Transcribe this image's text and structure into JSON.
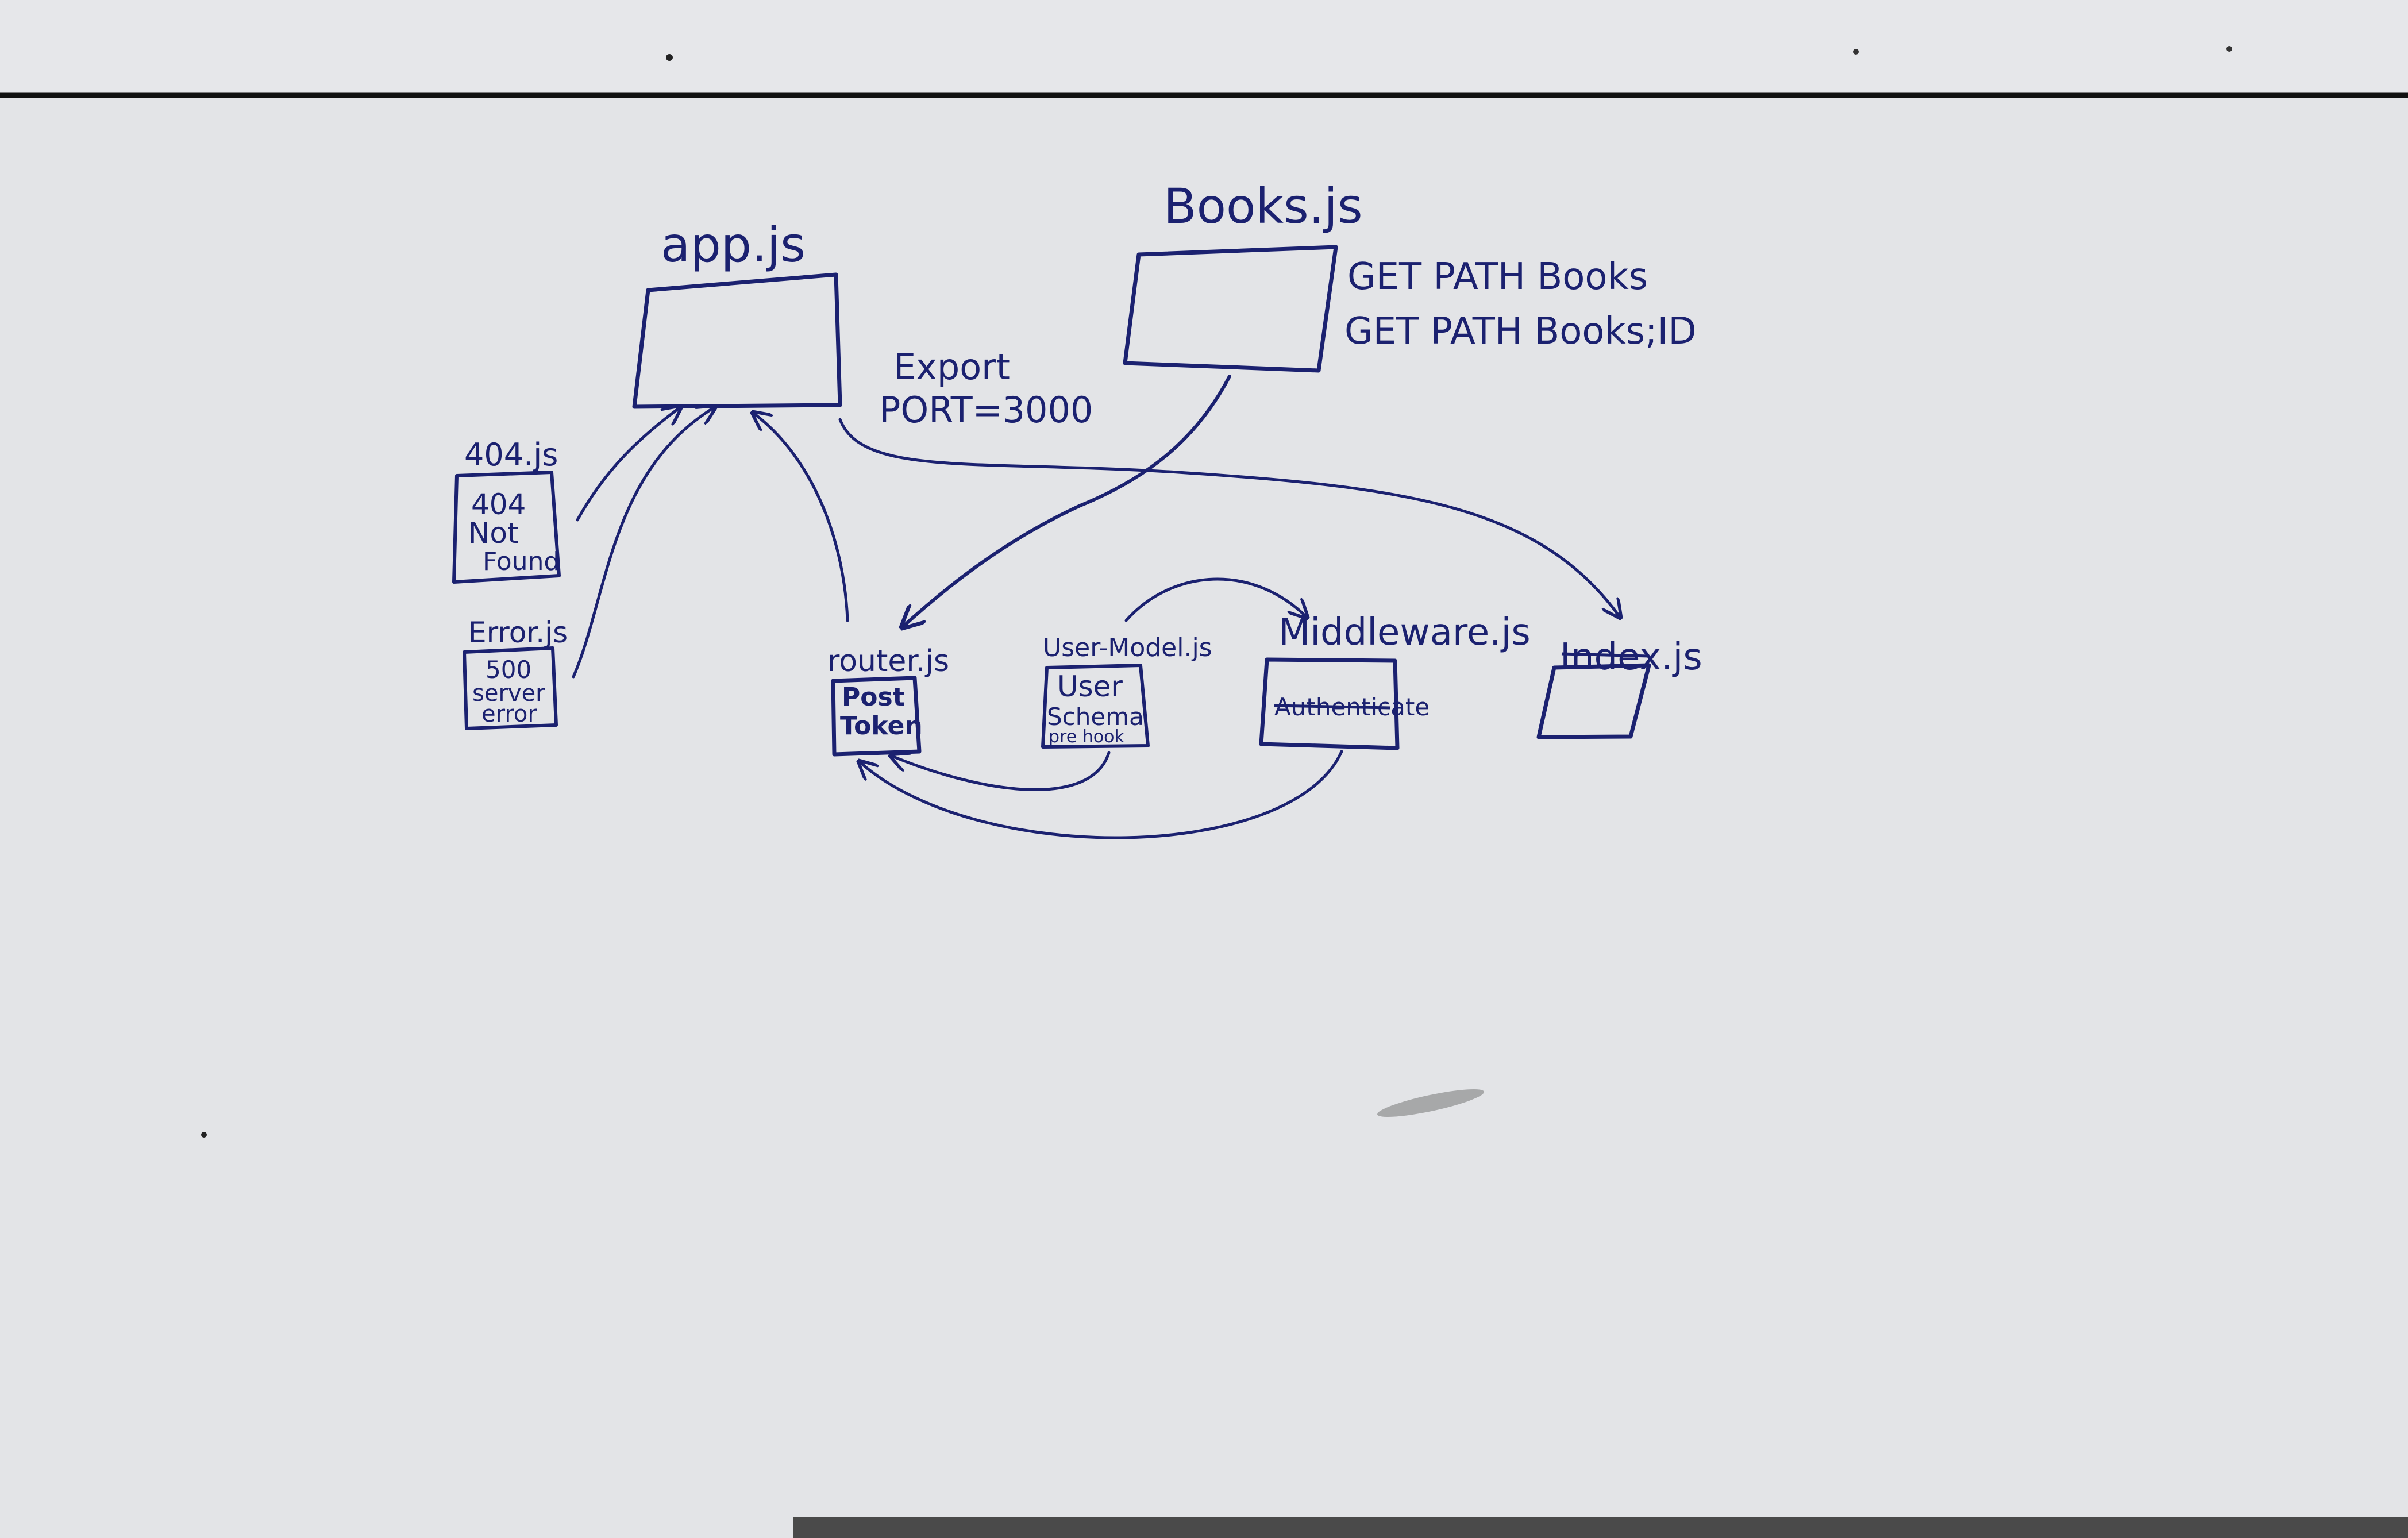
{
  "diagram": {
    "nodes": {
      "app": {
        "label": "app.js"
      },
      "books": {
        "label": "Books.js",
        "routes": [
          "GET PATH Books",
          "GET PATH Books;ID"
        ]
      },
      "export_note": {
        "line1": "Export",
        "line2": "PORT=3000"
      },
      "notfound": {
        "label": "404.js",
        "lines": [
          "404",
          "Not",
          "Found"
        ]
      },
      "error": {
        "label": "Error.js",
        "lines": [
          "500",
          "server",
          "error"
        ]
      },
      "router": {
        "label": "router.js",
        "lines": [
          "Post",
          "Token"
        ]
      },
      "usermodel": {
        "label": "User-Model.js",
        "lines": [
          "User",
          "Schema",
          "pre hook"
        ]
      },
      "middleware": {
        "label": "Middleware.js",
        "lines": [
          "Authenticate"
        ]
      },
      "index": {
        "label": "Index.js"
      }
    }
  },
  "colors": {
    "ink": "#1b2170",
    "board": "#e3e4e7",
    "frame": "#111111"
  }
}
